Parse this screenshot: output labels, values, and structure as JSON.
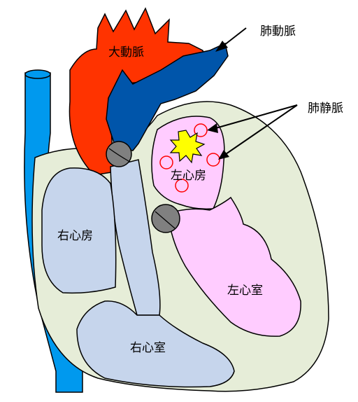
{
  "labels": {
    "aorta": "大動脈",
    "pulmonary_artery": "肺動脈",
    "pulmonary_veins": "肺静脈",
    "left_atrium": "左心房",
    "right_atrium": "右心房",
    "right_ventricle": "右心室",
    "left_ventricle": "左心室"
  },
  "colors": {
    "aorta": "#ff3300",
    "pulmonary_artery": "#0055aa",
    "vena_cava": "#0099ee",
    "heart_wall": "#e6edd8",
    "right_chambers": "#c6d5ec",
    "left_chambers": "#ffccff",
    "valve": "#808080",
    "spark": "#ffff00",
    "vein_ring": "#ff0000"
  }
}
